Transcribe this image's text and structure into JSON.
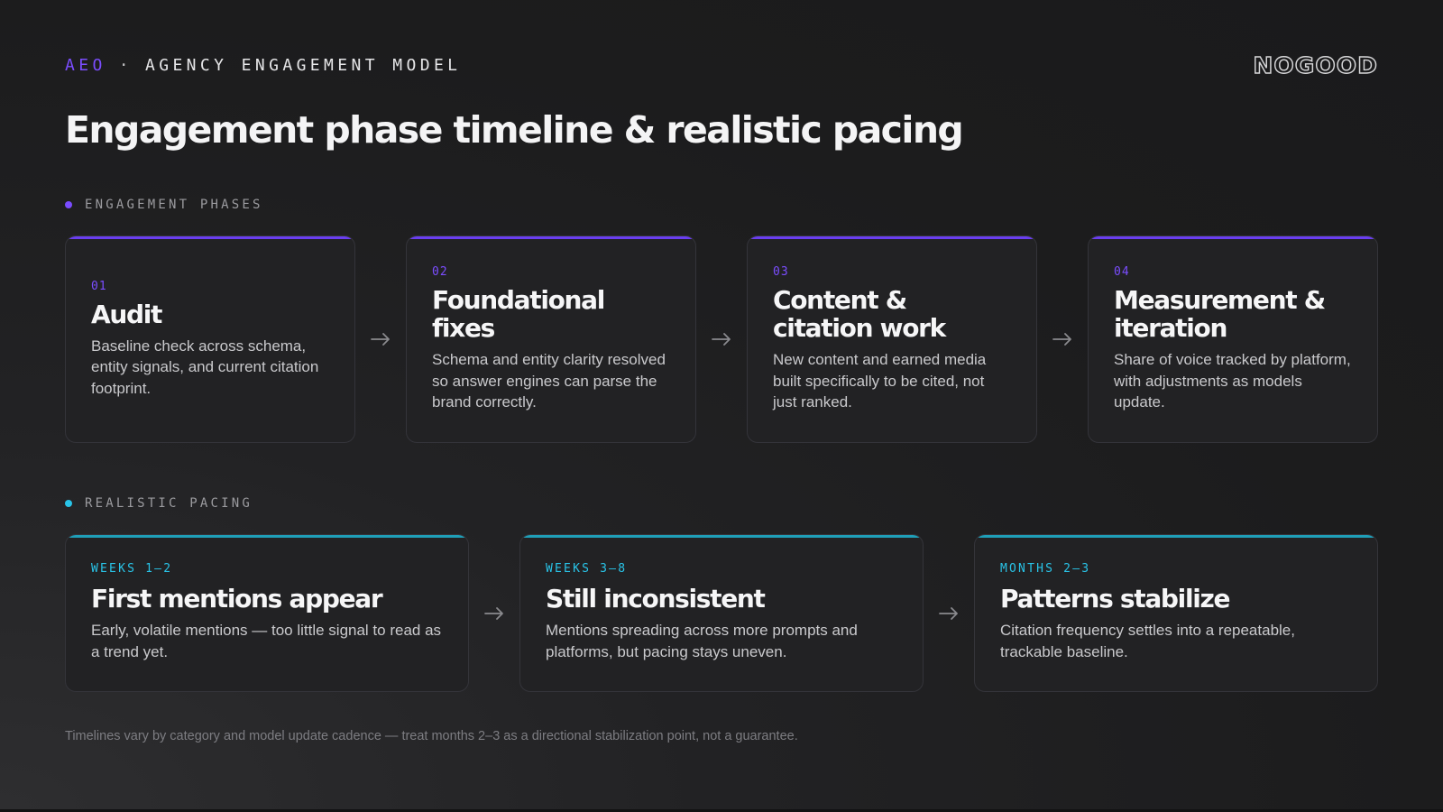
{
  "header": {
    "kicker_accent": "AEO",
    "kicker_separator": "·",
    "kicker_text": "AGENCY ENGAGEMENT MODEL",
    "logo": "NOGOOD"
  },
  "title": "Engagement phase timeline & realistic pacing",
  "phases_section": {
    "label": "ENGAGEMENT PHASES",
    "items": [
      {
        "number": "01",
        "title": "Audit",
        "body": "Baseline check across schema, entity signals, and current citation footprint."
      },
      {
        "number": "02",
        "title": "Foundational fixes",
        "body": "Schema and entity clarity resolved so answer engines can parse the brand correctly."
      },
      {
        "number": "03",
        "title": "Content & citation work",
        "body": "New content and earned media built specifically to be cited, not just ranked."
      },
      {
        "number": "04",
        "title": "Measurement & iteration",
        "body": "Share of voice tracked by platform, with adjustments as models update."
      }
    ]
  },
  "pacing_section": {
    "label": "REALISTIC PACING",
    "items": [
      {
        "timeframe": "WEEKS 1–2",
        "title": "First mentions appear",
        "body": "Early, volatile mentions — too little signal to read as a trend yet."
      },
      {
        "timeframe": "WEEKS 3–8",
        "title": "Still inconsistent",
        "body": "Mentions spreading across more prompts and platforms, but pacing stays uneven."
      },
      {
        "timeframe": "MONTHS 2–3",
        "title": "Patterns stabilize",
        "body": "Citation frequency settles into a repeatable, trackable baseline."
      }
    ]
  },
  "footnote": "Timelines vary by category and model update cadence — treat months 2–3 as a directional stabilization point, not a guarantee.",
  "colors": {
    "accent_purple": "#7b4dff",
    "accent_cyan": "#29c4e8",
    "background": "#1c1c1d"
  },
  "icons": {
    "connector": "arrow-right-icon",
    "section_bullet": "dot-icon"
  }
}
